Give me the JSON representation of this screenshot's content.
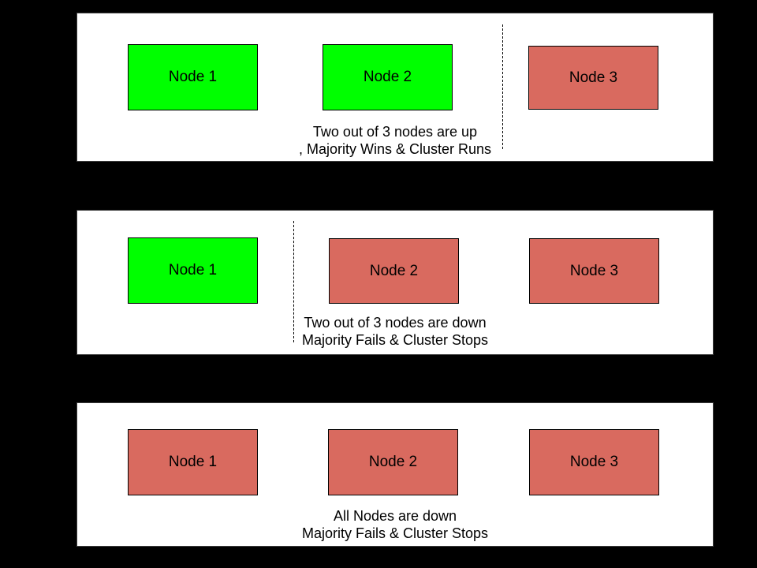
{
  "colors": {
    "background": "#000000",
    "panel_bg": "#ffffff",
    "panel_border": "#3d3d3d",
    "node_up": "#00ff00",
    "node_down": "#d96a5f",
    "node_border": "#000000",
    "text": "#000000"
  },
  "panels": [
    {
      "name": "two-nodes-up",
      "nodes": [
        {
          "label": "Node 1",
          "status": "up"
        },
        {
          "label": "Node 2",
          "status": "up"
        },
        {
          "label": "Node 3",
          "status": "down"
        }
      ],
      "caption_line1": "Two out of 3 nodes are up",
      "caption_line2": ", Majority Wins & Cluster Runs"
    },
    {
      "name": "two-nodes-down",
      "nodes": [
        {
          "label": "Node 1",
          "status": "up"
        },
        {
          "label": "Node 2",
          "status": "down"
        },
        {
          "label": "Node 3",
          "status": "down"
        }
      ],
      "caption_line1": "Two out of 3 nodes are down",
      "caption_line2": "Majority Fails & Cluster Stops"
    },
    {
      "name": "all-nodes-down",
      "nodes": [
        {
          "label": "Node 1",
          "status": "down"
        },
        {
          "label": "Node 2",
          "status": "down"
        },
        {
          "label": "Node 3",
          "status": "down"
        }
      ],
      "caption_line1": "All Nodes are down",
      "caption_line2": "Majority Fails & Cluster Stops"
    }
  ]
}
